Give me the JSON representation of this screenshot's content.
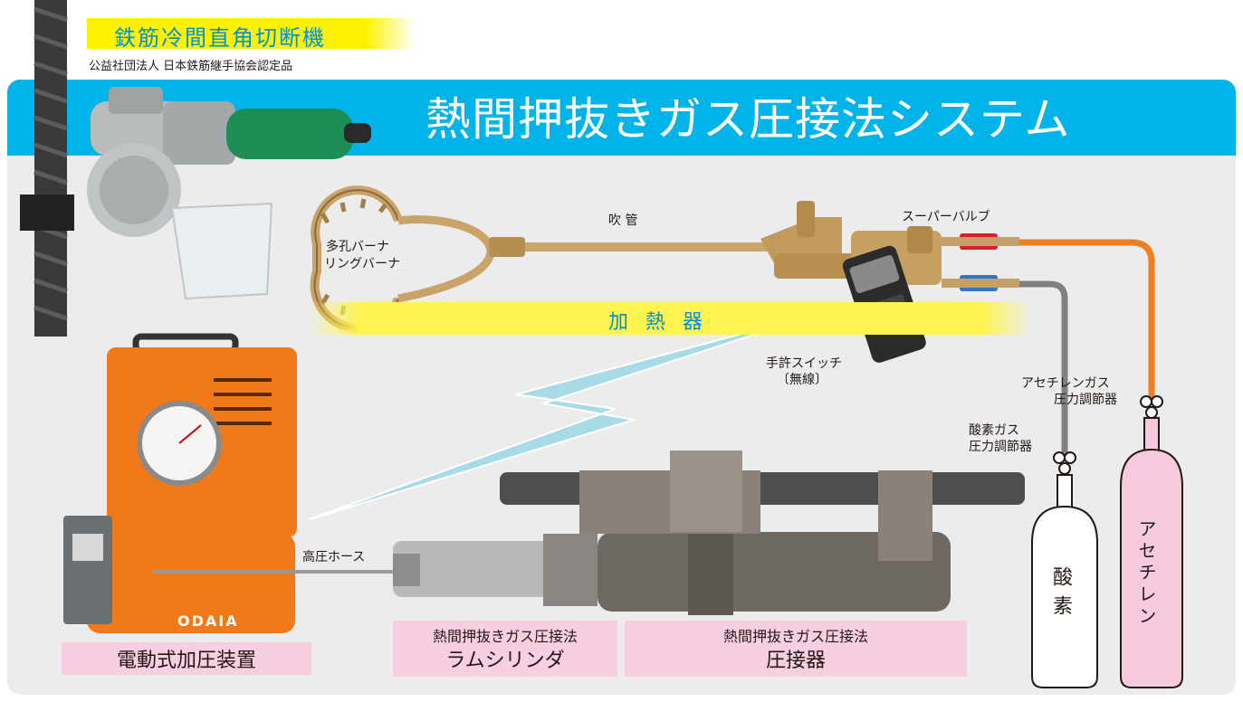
{
  "header": {
    "cutter_title": "鉄筋冷間直角切断機",
    "cutter_subtitle": "公益社団法人 日本鉄筋継手協会認定品",
    "system_title": "熱間押抜きガス圧接法システム"
  },
  "labels": {
    "burner": [
      "多孔バーナ",
      "リングバーナ"
    ],
    "blowpipe": "吹 管",
    "super_valve": "スーパーバルブ",
    "heater": "加 熱 器",
    "hand_switch": [
      "手許スイッチ",
      "〔無線〕"
    ],
    "acetylene_regulator": [
      "アセチレンガス",
      "圧力調節器"
    ],
    "oxygen_regulator": [
      "酸素ガス",
      "圧力調節器"
    ],
    "high_pressure_hose": "高圧ホース",
    "pump_brand": "ODAIA"
  },
  "components": {
    "electric_pump": "電動式加圧装置",
    "ram_cylinder": [
      "熱間押抜きガス圧接法",
      "ラムシリンダ"
    ],
    "pressure_welder": [
      "熱間押抜きガス圧接法",
      "圧接器"
    ],
    "oxygen_cylinder": "酸素",
    "acetylene_cylinder": "アセチレン"
  },
  "colors": {
    "banner": "#00b3e8",
    "highlight_yellow": "#fff200",
    "label_blue": "#0091d4",
    "label_pink": "#f8cfe0",
    "acetylene_hose": "#ef7d22",
    "oxygen_hose": "#808080",
    "acetylene_cylinder": "#f7c9dc",
    "pump_orange": "#f07a1a"
  }
}
